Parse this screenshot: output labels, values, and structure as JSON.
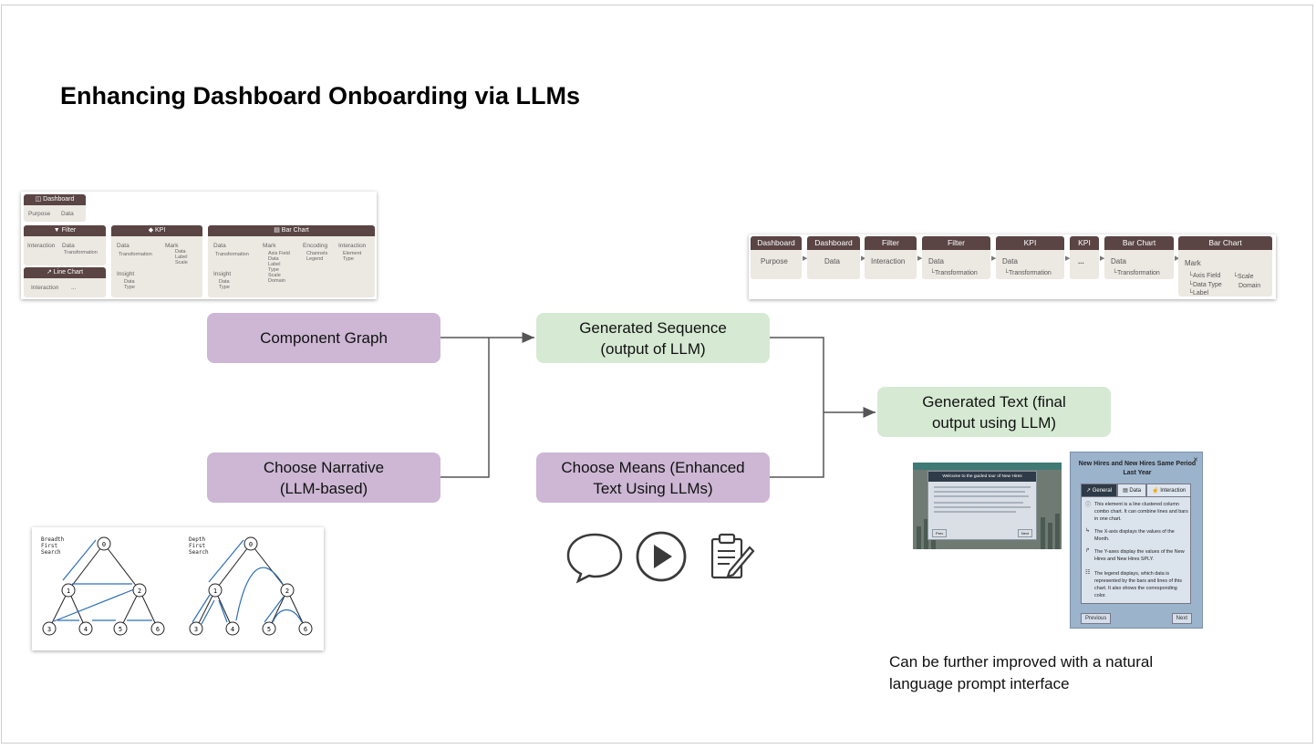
{
  "title": "Enhancing Dashboard Onboarding via LLMs",
  "boxes": {
    "component_graph": "Component Graph",
    "choose_narrative": "Choose Narrative (LLM-based)",
    "generated_sequence": "Generated Sequence (output of LLM)",
    "choose_means": "Choose Means (Enhanced Text Using LLMs)",
    "generated_text": "Generated Text (final output using LLM)"
  },
  "note": "Can be further improved with a natural language prompt interface",
  "icons": [
    "speech-bubble-icon",
    "play-icon",
    "clipboard-edit-icon"
  ],
  "component_graph": {
    "dashboard": {
      "header": "Dashboard",
      "items": [
        "Purpose",
        "Data"
      ]
    },
    "filter": {
      "header": "Filter",
      "items": [
        "Interaction",
        "Data",
        "Transformation"
      ]
    },
    "line_chart": {
      "header": "Line Chart",
      "items": [
        "Interaction",
        "..."
      ]
    },
    "kpi": {
      "header": "KPI",
      "items": [
        "Data",
        "Transformation",
        "Mark",
        "Data",
        "Label",
        "Scale",
        "Insight",
        "Data",
        "Type"
      ]
    },
    "bar_chart": {
      "header": "Bar Chart",
      "items": [
        "Data",
        "Transformation",
        "Mark",
        "Axis Field",
        "Data",
        "Label",
        "Type",
        "Scale",
        "Domain",
        "Encoding",
        "Channels",
        "Legend",
        "Interaction",
        "Element",
        "Type",
        "Insight",
        "Data",
        "Type"
      ]
    }
  },
  "sequence": [
    {
      "header": "Dashboard",
      "item": "Purpose",
      "sub": ""
    },
    {
      "header": "Dashboard",
      "item": "Data",
      "sub": ""
    },
    {
      "header": "Filter",
      "item": "Interaction",
      "sub": ""
    },
    {
      "header": "Filter",
      "item": "Data",
      "sub": "Transformation"
    },
    {
      "header": "KPI",
      "item": "Data",
      "sub": "Transformation"
    },
    {
      "header": "KPI",
      "item": "...",
      "sub": ""
    },
    {
      "header": "Bar Chart",
      "item": "Data",
      "sub": "Transformation"
    },
    {
      "header": "Bar Chart",
      "item": "Mark",
      "sub": ""
    }
  ],
  "sequence_mark_items": [
    "Axis Field",
    "Data Type",
    "Label",
    "Scale",
    "Domain"
  ],
  "tree": {
    "bfs_label": [
      "Breadth",
      "First",
      "Search"
    ],
    "dfs_label": [
      "Depth",
      "First",
      "Search"
    ],
    "nodes": [
      "0",
      "1",
      "2",
      "3",
      "4",
      "5",
      "6"
    ]
  },
  "tour": {
    "title": "Welcome to the guided tour of New Hires",
    "prev": "Prev",
    "next": "Next"
  },
  "panel": {
    "title": "New Hires and New Hires Same Period Last Year",
    "tabs": [
      "General",
      "Data",
      "Interaction"
    ],
    "lines": [
      "This element is a line clustered column combo chart. It can combine lines and bars in one chart.",
      "The X-axis displays the values of the Month.",
      "The Y-axes display the values of the New Hires and New Hires SPLY.",
      "The legend displays, which data is represented by the bars and lines of this chart. It also shows the corresponding color."
    ],
    "previous": "Previous",
    "next": "Next"
  }
}
